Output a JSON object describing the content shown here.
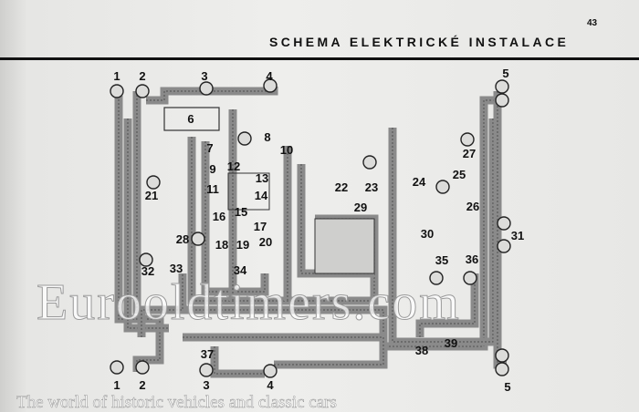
{
  "page_number": "43",
  "title": "SCHEMA ELEKTRICKÉ INSTALACE",
  "component_labels": [
    "1",
    "2",
    "3",
    "4",
    "5",
    "6",
    "7",
    "8",
    "9",
    "10",
    "11",
    "12",
    "13",
    "14",
    "15",
    "16",
    "17",
    "18",
    "19",
    "20",
    "21",
    "22",
    "23",
    "24",
    "25",
    "26",
    "27",
    "28",
    "29",
    "30",
    "31",
    "32",
    "33",
    "34",
    "35",
    "36",
    "37",
    "38",
    "39",
    "1",
    "2",
    "3",
    "4",
    "5"
  ],
  "watermark": {
    "site": "Eurooldtimers.com",
    "tagline": "The world of historic vehicles and classic cars"
  },
  "colors": {
    "wire": "#5a5a5a",
    "bundle": "#8a8a8a",
    "ink": "#111111"
  }
}
